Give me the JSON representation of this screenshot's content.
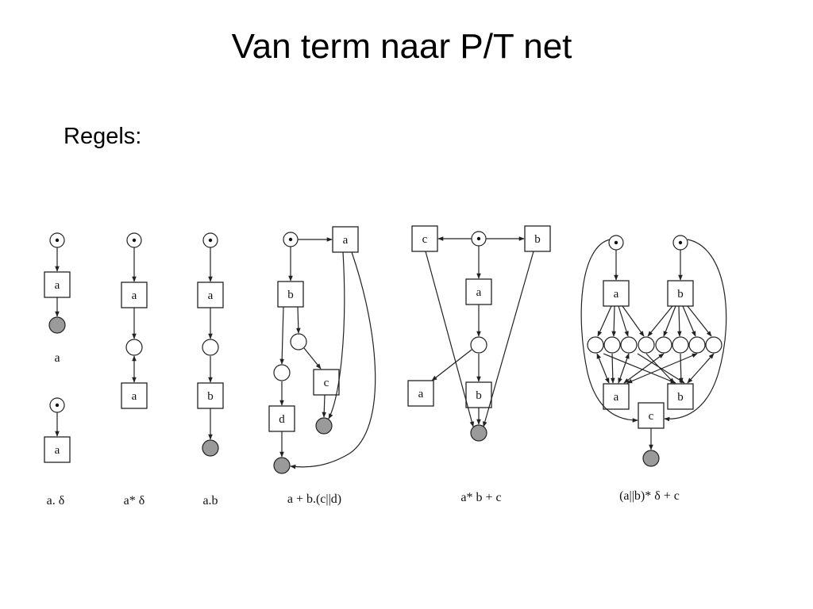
{
  "slide": {
    "title": "Van term naar P/T net",
    "rules_label": "Regels:"
  },
  "nets": [
    {
      "caption": "a",
      "transitions": [
        "a"
      ]
    },
    {
      "caption": "a. δ",
      "transitions": [
        "a"
      ]
    },
    {
      "caption": "a* δ",
      "transitions": [
        "a",
        "a"
      ]
    },
    {
      "caption": "a.b",
      "transitions": [
        "a",
        "b"
      ]
    },
    {
      "caption": "a + b.(c||d)",
      "transitions": [
        "a",
        "b",
        "c",
        "d"
      ]
    },
    {
      "caption": "a* b + c",
      "transitions": [
        "c",
        "b",
        "a",
        "a",
        "b"
      ]
    },
    {
      "caption": "(a||b)* δ + c",
      "transitions": [
        "a",
        "b",
        "a",
        "b",
        "c"
      ]
    }
  ]
}
